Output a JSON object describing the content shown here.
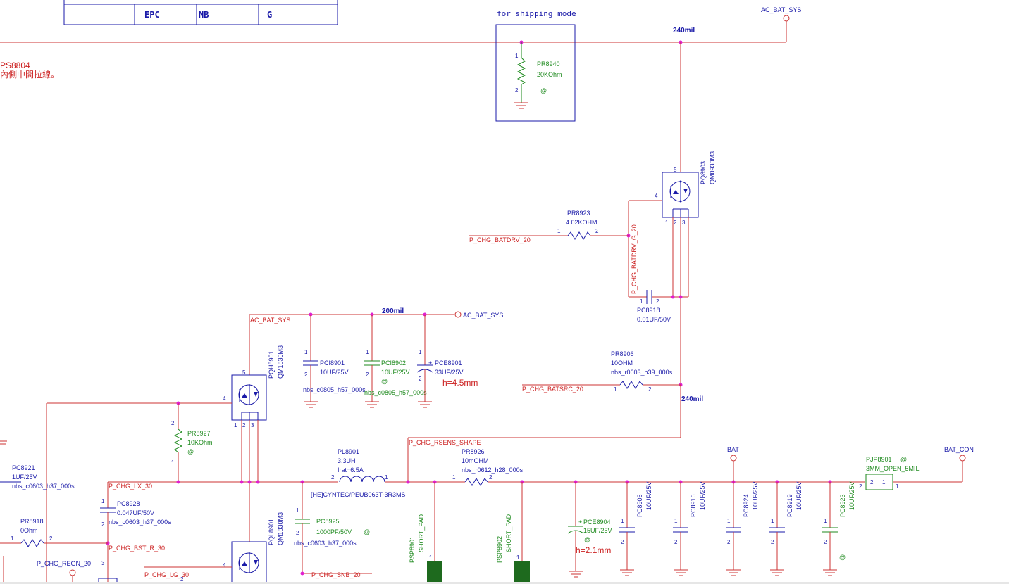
{
  "title_block": {
    "c1": "EPC",
    "c2": "NB",
    "c3": "G"
  },
  "notes": {
    "shipping": "for shipping mode",
    "ps_ref": "PS8804",
    "chinese": "內側中間拉線。",
    "h45": "h=4.5mm",
    "h21": "h=2.1mm"
  },
  "widths": {
    "w240_top": "240mil",
    "w200": "200mil",
    "w240_mid": "240mil"
  },
  "nets": {
    "ac_bat_sys_top": "AC_BAT_SYS",
    "ac_bat_sys_mid": "AC_BAT_SYS",
    "ac_bat_sys_wire": "AC_BAT_SYS",
    "batdrv": "P_CHG_BATDRV_20",
    "batdrv_g": "P_CHG_BATDRV_G_20",
    "batsrc": "P_CHG_BATSRC_20",
    "rsens": "P_CHG_RSENS_SHAPE",
    "lx": "P_CHG_LX_30",
    "bst": "P_CHG_BST_R_30",
    "regn": "P_CHG_REGN_20",
    "lg": "P_CHG_LG_30",
    "snb": "P_CHG_SNB_20",
    "bat": "BAT",
    "bat_con": "BAT_CON"
  },
  "parts": {
    "pr8940": {
      "ref": "PR8940",
      "val": "20KOhm",
      "at": "@"
    },
    "pq8903": {
      "ref": "PQ8903",
      "val": "QM0930M3"
    },
    "pr8923": {
      "ref": "PR8923",
      "val": "4.02KOHM"
    },
    "pc8918": {
      "ref": "PC8918",
      "val": "0.01UF/50V"
    },
    "pr8906": {
      "ref": "PR8906",
      "val": "10OHM",
      "pkg": "nbs_r0603_h39_000s"
    },
    "pci8901": {
      "ref": "PCI8901",
      "val": "10UF/25V",
      "pkg": "nbs_c0805_h57_000s"
    },
    "pci8902": {
      "ref": "PCI8902",
      "val": "10UF/25V",
      "at": "@",
      "pkg": "nbs_c0805_h57_000s"
    },
    "pce8901": {
      "ref": "PCE8901",
      "val": "33UF/25V"
    },
    "pqh8901": {
      "ref": "PQH8901",
      "val": "QM1830M3"
    },
    "pr8927": {
      "ref": "PR8927",
      "val": "10KOhm",
      "at": "@"
    },
    "pc8921": {
      "ref": "PC8921",
      "val": "1UF/25V",
      "pkg": "nbs_c0603_h37_000s"
    },
    "pl8901": {
      "ref": "PL8901",
      "val": "3.3UH",
      "irat": "Irat=6.5A",
      "pkg": "[HE]CYNTEC/PEUB063T-3R3MS"
    },
    "pr8926": {
      "ref": "PR8926",
      "val": "10mOHM",
      "pkg": "nbs_r0612_h28_000s"
    },
    "pc8928": {
      "ref": "PC8928",
      "val": "0.047UF/50V",
      "pkg": "nbs_c0603_h37_000s"
    },
    "pc8925": {
      "ref": "PC8925",
      "val": "1000PF/50V",
      "at": "@",
      "pkg": "nbs_c0603_h37_000s"
    },
    "pql8901": {
      "ref": "PQL8901",
      "val": "QM1830M3"
    },
    "pr8918": {
      "ref": "PR8918",
      "val": "0Ohm"
    },
    "psp8901": {
      "ref": "PSP8901",
      "val": "SHORT_PAD"
    },
    "psp8902": {
      "ref": "PSP8902",
      "val": "SHORT_PAD"
    },
    "pce8904": {
      "ref": "PCE8904",
      "val": "15UF/25V",
      "at": "@"
    },
    "pc8906": {
      "ref": "PC8906",
      "val": "10UF/25V"
    },
    "pc8916": {
      "ref": "PC8916",
      "val": "10UF/25V"
    },
    "pc8924": {
      "ref": "PC8924",
      "val": "10UF/25V"
    },
    "pc8919": {
      "ref": "PC8919",
      "val": "10UF/25V"
    },
    "pc8923": {
      "ref": "PC8923",
      "val": "10UF/25V",
      "at": "@"
    },
    "pjp8901": {
      "ref": "PJP8901",
      "val": "3MM_OPEN_5MIL",
      "at": "@"
    }
  },
  "pins": {
    "p1": "1",
    "p2": "2",
    "p3": "3",
    "p4": "4",
    "p5": "5",
    "plus": "+"
  }
}
